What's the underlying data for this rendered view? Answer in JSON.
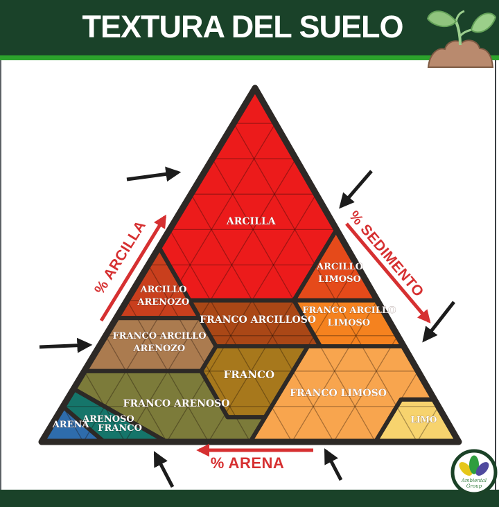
{
  "header": {
    "title": "TEXTURA DEL SUELO"
  },
  "theme": {
    "header_green": "#1a4229",
    "stripe_green": "#2ca32c",
    "arrow_red": "#d63031",
    "outline_dark": "#2d2926",
    "grid_line": "rgba(25,12,5,0.35)",
    "label_white": "#ffffff"
  },
  "diagram": {
    "axis_labels": {
      "clay": "% ARCILLA",
      "silt": "% SEDIMENTO",
      "sand": "% ARENA"
    },
    "regions": [
      {
        "id": "arcilla",
        "color": "#ec1b1b",
        "verts": [
          [
            100,
            0,
            0
          ],
          [
            55,
            45,
            0
          ],
          [
            40,
            45,
            15
          ],
          [
            40,
            20,
            40
          ],
          [
            60,
            0,
            40
          ]
        ],
        "labels": [
          {
            "text": "ARCILLA",
            "t": [
              61.4,
              19.8,
              18.8
            ],
            "fs": 14
          }
        ]
      },
      {
        "id": "arcillo-limoso",
        "color": "#e54a1a",
        "verts": [
          [
            60,
            0,
            40
          ],
          [
            40,
            20,
            40
          ],
          [
            40,
            0,
            60
          ]
        ],
        "labels": [
          {
            "text": "ARCILLO",
            "t": [
              48.7,
              4.7,
              46.6
            ],
            "fs": 13
          },
          {
            "text": "LIMOSO",
            "t": [
              45.2,
              6.5,
              48.3
            ],
            "fs": 13
          }
        ]
      },
      {
        "id": "arcillo-arenozo",
        "color": "#c93f1d",
        "verts": [
          [
            55,
            45,
            0
          ],
          [
            35,
            65,
            0
          ],
          [
            35,
            45,
            20
          ]
        ],
        "labels": [
          {
            "text": "ARCILLO",
            "t": [
              42.3,
              50.1,
              7.6
            ],
            "fs": 13
          },
          {
            "text": "ARENOZO",
            "t": [
              38.7,
              51.9,
              9.4
            ],
            "fs": 13
          }
        ]
      },
      {
        "id": "franco-arcilloso",
        "color": "#aa4716",
        "verts": [
          [
            40,
            45,
            15
          ],
          [
            40,
            20,
            40
          ],
          [
            27,
            20,
            53
          ],
          [
            27,
            45,
            28
          ]
        ],
        "labels": [
          {
            "text": "FRANCO ARCILLOSO",
            "t": [
              33.7,
              31.7,
              34.6
            ],
            "fs": 14
          }
        ]
      },
      {
        "id": "franco-arcillo-limoso",
        "color": "#f5821f",
        "verts": [
          [
            40,
            20,
            40
          ],
          [
            40,
            0,
            60
          ],
          [
            27,
            0,
            73
          ],
          [
            27,
            20,
            53
          ]
        ],
        "labels": [
          {
            "text": "FRANCO ARCILLO",
            "t": [
              36.4,
              8.5,
              55.1
            ],
            "fs": 13
          },
          {
            "text": "LIMOSO",
            "t": [
              32.9,
              10.3,
              56.8
            ],
            "fs": 13
          }
        ]
      },
      {
        "id": "franco-arcillo-arenozo",
        "color": "#ab7b4f",
        "verts": [
          [
            35,
            65,
            0
          ],
          [
            20,
            80,
            0
          ],
          [
            20,
            52,
            28
          ],
          [
            27,
            45,
            28
          ],
          [
            35,
            45,
            20
          ]
        ],
        "labels": [
          {
            "text": "FRANCO ARCILLO",
            "t": [
              29.2,
              57.5,
              13.3
            ],
            "fs": 13
          },
          {
            "text": "ARENOZO",
            "t": [
              25.6,
              59.3,
              15.1
            ],
            "fs": 13
          }
        ]
      },
      {
        "id": "franco",
        "color": "#a7781c",
        "verts": [
          [
            27,
            45,
            28
          ],
          [
            27,
            23,
            50
          ],
          [
            7,
            43,
            50
          ],
          [
            7,
            52,
            41
          ],
          [
            20,
            52,
            28
          ]
        ],
        "labels": [
          {
            "text": "FRANCO",
            "t": [
              18.0,
              41.5,
              40.5
            ],
            "fs": 15
          }
        ]
      },
      {
        "id": "franco-limoso",
        "color": "#f8a54e",
        "verts": [
          [
            27,
            23,
            50
          ],
          [
            27,
            0,
            73
          ],
          [
            12,
            0,
            88
          ],
          [
            12,
            8,
            80
          ],
          [
            0,
            20,
            80
          ],
          [
            0,
            50,
            50
          ],
          [
            7,
            43,
            50
          ]
        ],
        "labels": [
          {
            "text": "FRANCO LIMOSO",
            "t": [
              12.9,
              22.6,
              64.5
            ],
            "fs": 14
          }
        ]
      },
      {
        "id": "limo",
        "color": "#f7d36e",
        "verts": [
          [
            12,
            0,
            88
          ],
          [
            12,
            8,
            80
          ],
          [
            0,
            20,
            80
          ],
          [
            0,
            0,
            100
          ]
        ],
        "labels": [
          {
            "text": "LIMO",
            "t": [
              5.5,
              5.7,
              88.8
            ],
            "fs": 12
          }
        ]
      },
      {
        "id": "franco-arenoso",
        "color": "#7c7b3a",
        "verts": [
          [
            20,
            80,
            0
          ],
          [
            20,
            52,
            28
          ],
          [
            7,
            52,
            41
          ],
          [
            7,
            43,
            50
          ],
          [
            0,
            50,
            50
          ],
          [
            0,
            70,
            30
          ],
          [
            15,
            85,
            0
          ]
        ],
        "labels": [
          {
            "text": "FRANCO ARENOSO",
            "t": [
              10.0,
              62.8,
              27.2
            ],
            "fs": 14
          }
        ]
      },
      {
        "id": "arenoso-franco",
        "color": "#15756a",
        "verts": [
          [
            15,
            85,
            0
          ],
          [
            10,
            90,
            0
          ],
          [
            0,
            85,
            15
          ],
          [
            0,
            70,
            30
          ]
        ],
        "labels": [
          {
            "text": "ARENOSO",
            "t": [
              5.7,
              81.2,
              13.1
            ],
            "fs": 13
          },
          {
            "text": "FRANCO",
            "t": [
              3.1,
              79.7,
              17.2
            ],
            "fs": 13
          }
        ]
      },
      {
        "id": "arena",
        "color": "#2e6cac",
        "verts": [
          [
            10,
            90,
            0
          ],
          [
            0,
            100,
            0
          ],
          [
            0,
            85,
            15
          ]
        ],
        "labels": [
          {
            "text": "ARENA",
            "t": [
              4.1,
              91.0,
              4.9
            ],
            "fs": 13
          }
        ]
      }
    ]
  },
  "logo": {
    "line1": "Ambiental",
    "line2": "Group"
  }
}
